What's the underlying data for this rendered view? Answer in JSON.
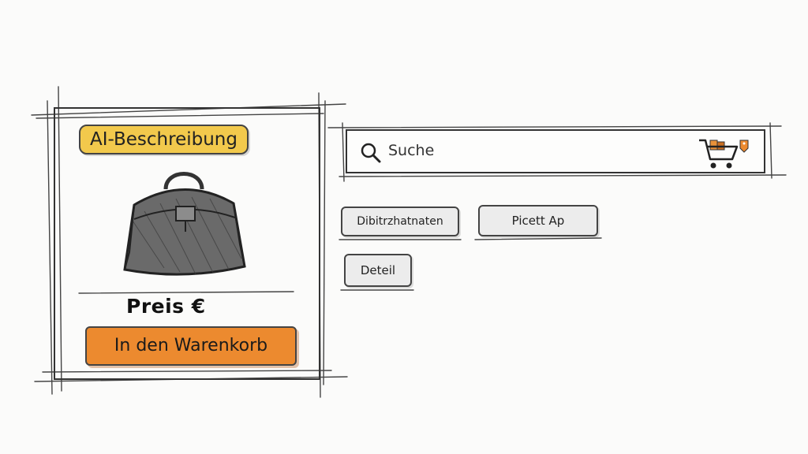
{
  "product": {
    "ai_badge_label": "AI-Beschreibung",
    "image_icon": "handbag-sketch",
    "price_label": "Preis  €",
    "add_to_cart_label": "In den Warenkorb"
  },
  "search": {
    "placeholder": "Suche",
    "search_icon": "search-icon",
    "cart_icon": "shopping-cart-icon"
  },
  "nav_buttons": [
    {
      "label": "Dibitrzhatnaten"
    },
    {
      "label": "Picett Ap"
    },
    {
      "label": "Deteil"
    }
  ],
  "colors": {
    "badge_yellow": "#f2c94c",
    "cart_orange": "#ec8a2f",
    "button_gray": "#ececec",
    "ink": "#333333"
  }
}
